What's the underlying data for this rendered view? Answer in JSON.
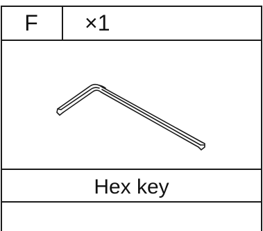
{
  "part": {
    "letter": "F",
    "quantity": "×1",
    "name": "Hex key",
    "illustration_icon": "hex-key-icon"
  },
  "colors": {
    "line": "#1a1a1a",
    "background": "#ffffff"
  }
}
